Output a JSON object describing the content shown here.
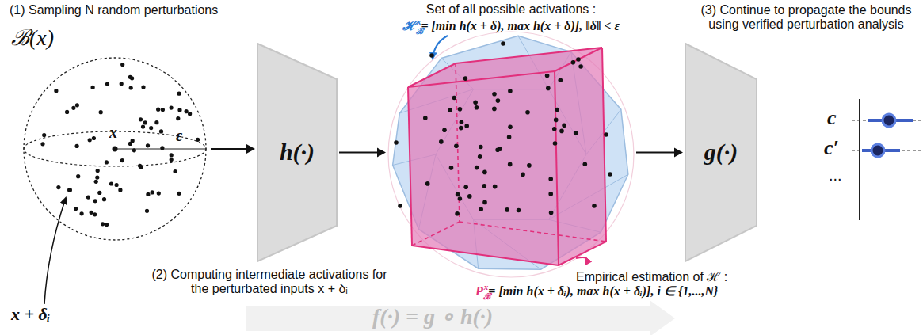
{
  "diagram": {
    "nodes": [
      {
        "text": [
          "ℬ(x)"
        ]
      },
      {
        "text": [
          "h(·)"
        ]
      },
      {
        "text": [
          "Set of all possible activations :",
          "ℋ",
          "ℬ",
          "x",
          "= [min h(x + δ), max h(x + δ)], ‖δ‖ < ε"
        ]
      },
      {
        "text": [
          "Empirical estimation of ℋ :",
          "P",
          "ℬ",
          "x",
          "= [min h(x + δᵢ), max h(x + δᵢ)], i ∈ {1,...,N}"
        ],
        "in": 2
      },
      {
        "text": [
          "g(·)"
        ]
      }
    ],
    "edges": [
      {
        "from": 0,
        "to": 1,
        "arrow": "to"
      },
      {
        "from": 1,
        "to": 2,
        "arrow": "to"
      },
      {
        "from": 2,
        "to": 4,
        "arrow": "to"
      }
    ],
    "labels": [
      "(1) Sampling N random perturbations",
      "x",
      "ε",
      "x + δᵢ",
      "(2) Computing intermediate activations for the perturbated inputs x + δᵢ",
      "(3) Continue to propagate the bounds using verified perturbation analysis",
      "c",
      "c′",
      "...",
      "f(·) = g ∘ h(·)"
    ]
  }
}
